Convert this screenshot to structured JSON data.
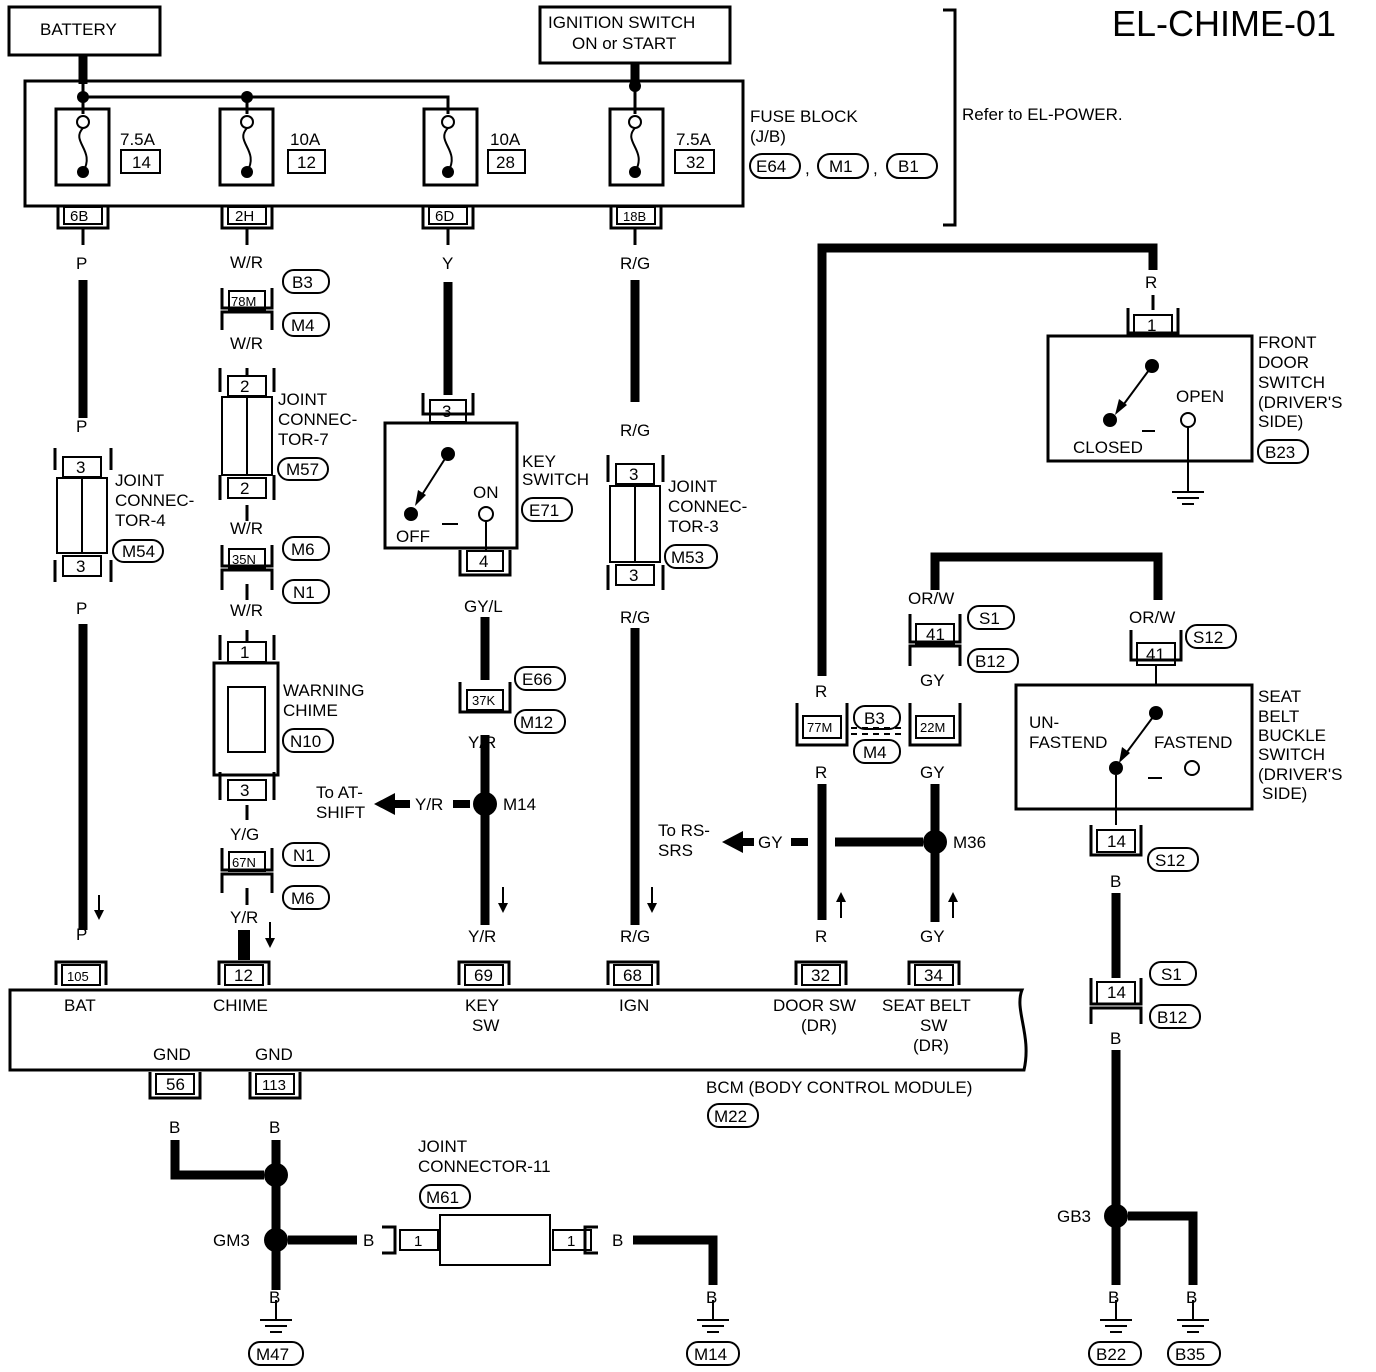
{
  "title": "EL-CHIME-01",
  "refer": "Refer to EL-POWER.",
  "battery": "BATTERY",
  "ignition_switch": [
    "IGNITION SWITCH",
    "ON or START"
  ],
  "fuse_block": {
    "label": [
      "FUSE BLOCK",
      "(J/B)"
    ],
    "connectors": [
      "E64",
      "M1",
      "B1"
    ],
    "sep": ",",
    "fuses": [
      {
        "amp": "7.5A",
        "num": "14",
        "out": "6B"
      },
      {
        "amp": "10A",
        "num": "12",
        "out": "2H"
      },
      {
        "amp": "10A",
        "num": "28",
        "out": "6D"
      },
      {
        "amp": "7.5A",
        "num": "32",
        "out": "18B"
      }
    ]
  },
  "wire_colors": {
    "p": "P",
    "wr": "W/R",
    "y": "Y",
    "rg": "R/G",
    "r": "R",
    "yg": "Y/G",
    "yr": "Y/R",
    "gyl": "GY/L",
    "orw": "OR/W",
    "gy": "GY",
    "b": "B"
  },
  "joint_connector_4": {
    "label": [
      "JOINT",
      "CONNEC-",
      "TOR-4"
    ],
    "conn": "M54",
    "pin_top": "3",
    "pin_bottom": "3"
  },
  "joint_connector_7": {
    "label": [
      "JOINT",
      "CONNEC-",
      "TOR-7"
    ],
    "conn": "M57",
    "pin_top": "2",
    "pin_bottom": "2"
  },
  "joint_connector_3": {
    "label": [
      "JOINT",
      "CONNEC-",
      "TOR-3"
    ],
    "conn": "M53",
    "pin_top": "3",
    "pin_bottom": "3"
  },
  "joint_connector_11": {
    "label": [
      "JOINT",
      "CONNECTOR-11"
    ],
    "conn": "M61",
    "pin_left": "1",
    "pin_right": "1"
  },
  "key_switch": {
    "label": [
      "KEY",
      "SWITCH"
    ],
    "conn": "E71",
    "pin_in": "3",
    "pin_out": "4",
    "off": "OFF",
    "on": "ON"
  },
  "warning_chime": {
    "label": [
      "WARNING",
      "CHIME"
    ],
    "conn": "N10",
    "pin_top": "1",
    "pin_bottom": "3"
  },
  "front_door_switch": {
    "label": [
      "FRONT",
      "DOOR",
      "SWITCH",
      "(DRIVER'S",
      "SIDE)"
    ],
    "conn": "B23",
    "pin": "1",
    "open": "OPEN",
    "closed": "CLOSED"
  },
  "seat_belt_switch": {
    "label": [
      "SEAT",
      "BELT",
      "BUCKLE",
      "SWITCH",
      "(DRIVER'S",
      "SIDE)"
    ],
    "unfasten": [
      "UN-",
      "FASTEND"
    ],
    "fasten": "FASTEND",
    "pin_in": "41",
    "pin_out": "14",
    "conn_in": "S12",
    "conn_out": "S12"
  },
  "inline_connectors": {
    "c78M": "78M",
    "c35N": "35N",
    "c67N": "67N",
    "c37K": "37K",
    "c77M": "77M",
    "c22M": "22M",
    "c41": "41",
    "c14": "14",
    "B3": "B3",
    "M4": "M4",
    "M6": "M6",
    "N1": "N1",
    "E66": "E66",
    "M12": "M12",
    "S1": "S1",
    "B12": "B12"
  },
  "junctions": {
    "M14": "M14",
    "M36": "M36",
    "GM3": "GM3",
    "GB3": "GB3"
  },
  "to_at_shift": [
    "To AT-",
    "SHIFT"
  ],
  "to_rs_srs": [
    "To RS-",
    "SRS"
  ],
  "bcm": {
    "label": "BCM (BODY CONTROL MODULE)",
    "conn": "M22",
    "pins": [
      {
        "num": "105",
        "name": [
          "BAT"
        ]
      },
      {
        "num": "12",
        "name": [
          "CHIME"
        ]
      },
      {
        "num": "69",
        "name": [
          "KEY",
          "SW"
        ]
      },
      {
        "num": "68",
        "name": [
          "IGN"
        ]
      },
      {
        "num": "32",
        "name": [
          "DOOR SW",
          "(DR)"
        ]
      },
      {
        "num": "34",
        "name": [
          "SEAT BELT",
          "SW",
          "(DR)"
        ]
      }
    ],
    "gnd": [
      {
        "num": "56",
        "name": "GND"
      },
      {
        "num": "113",
        "name": "GND"
      }
    ]
  },
  "grounds": [
    "M47",
    "M14",
    "B22",
    "B35"
  ]
}
